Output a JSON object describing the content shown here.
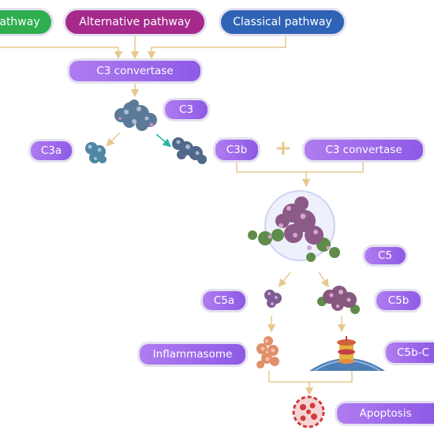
{
  "pathways": {
    "lectin_label": "athway",
    "alternative_label": "Alternative pathway",
    "classical_label": "Classical pathway"
  },
  "nodes": {
    "c3_convertase_top": "C3 convertase",
    "c3": "C3",
    "c3a": "C3a",
    "c3b": "C3b",
    "plus": "+",
    "c3_convertase_right": "C3 convertase",
    "c5": "C5",
    "c5a": "C5a",
    "c5b": "C5b",
    "inflammasome": "Inflammasome",
    "c5b_complex": "C5b-C",
    "apoptosis": "Apoptosis"
  },
  "colors": {
    "connector": "#e7c98f",
    "teal_arrow": "#29b5a4",
    "lectin": "#2eae4f",
    "alternative": "#a52a8c",
    "classical": "#2f63b5",
    "node_purple": "#9a68ea"
  },
  "icons": [
    "c3-protein-icon",
    "c3a-protein-icon",
    "c3b-protein-icon",
    "c5-protein-complex-icon",
    "c5a-protein-icon",
    "c5b-protein-icon",
    "inflammasome-protein-icon",
    "membrane-pore-icon",
    "apoptotic-cell-icon"
  ]
}
